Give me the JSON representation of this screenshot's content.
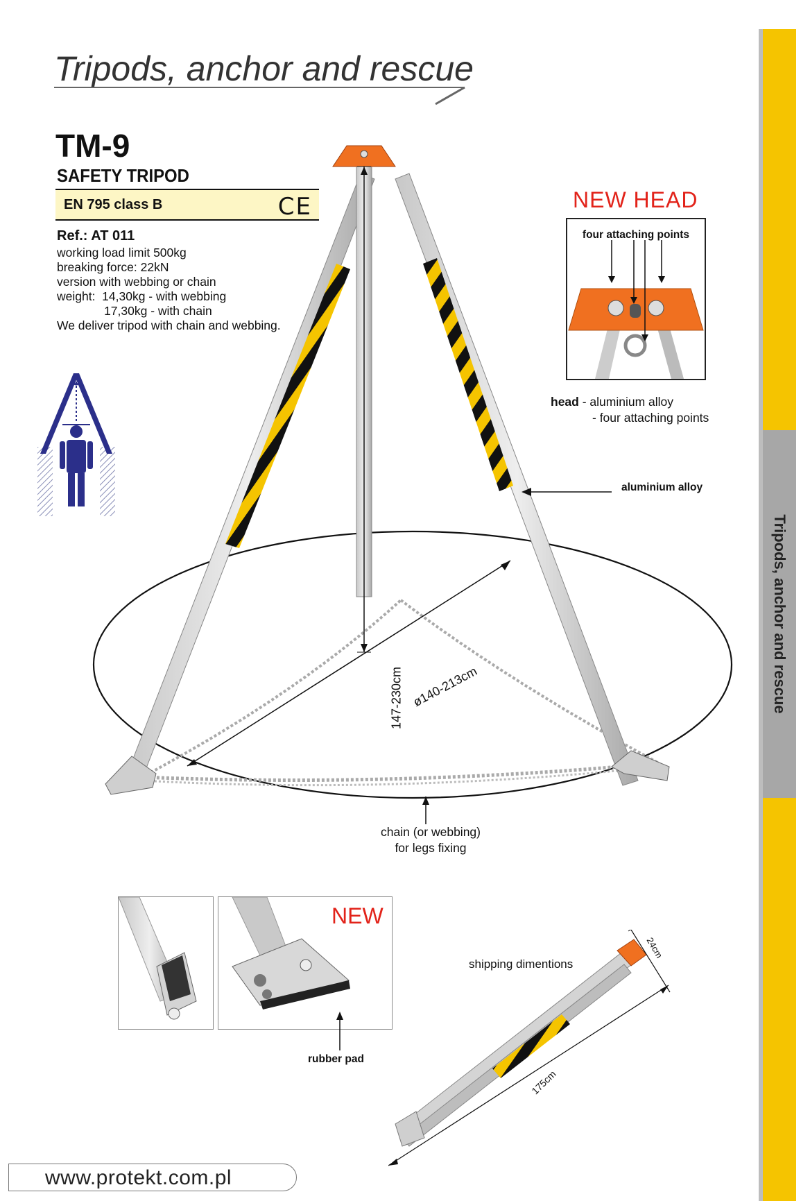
{
  "header": {
    "title": "Tripods, anchor and rescue"
  },
  "product": {
    "model": "TM-9",
    "subtitle": "SAFETY TRIPOD",
    "standard": "EN 795 class B",
    "ce_mark": "CE",
    "ref": "Ref.: AT 011",
    "specs": [
      "working load limit 500kg",
      "breaking force: 22kN",
      "version with webbing or chain",
      "weight:  14,30kg - with webbing",
      "              17,30kg - with chain",
      "We deliver tripod with chain and webbing."
    ]
  },
  "new_head": {
    "title": "NEW  HEAD",
    "box_label": "four attaching points",
    "desc_term": "head",
    "desc_line1": " - aluminium alloy",
    "desc_line2": "- four attaching points"
  },
  "labels": {
    "aluminium_alloy": "aluminium alloy",
    "height": "147-230cm",
    "diameter": "ø140-213cm",
    "chain_line1": "chain  (or webbing)",
    "chain_line2": "for legs fixing",
    "new": "NEW",
    "rubber_pad": "rubber pad",
    "shipping": "shipping dimentions",
    "dim_24": "24cm",
    "dim_175": "175cm"
  },
  "sidebar": {
    "text": "Tripods, anchor and rescue"
  },
  "footer": {
    "url": "www.protekt.com.pl"
  },
  "colors": {
    "accent_yellow": "#f5c400",
    "sidebar_gray": "#a7a7a7",
    "new_red": "#e2231a",
    "head_orange": "#f07020",
    "std_box_bg": "#fdf6c5"
  }
}
